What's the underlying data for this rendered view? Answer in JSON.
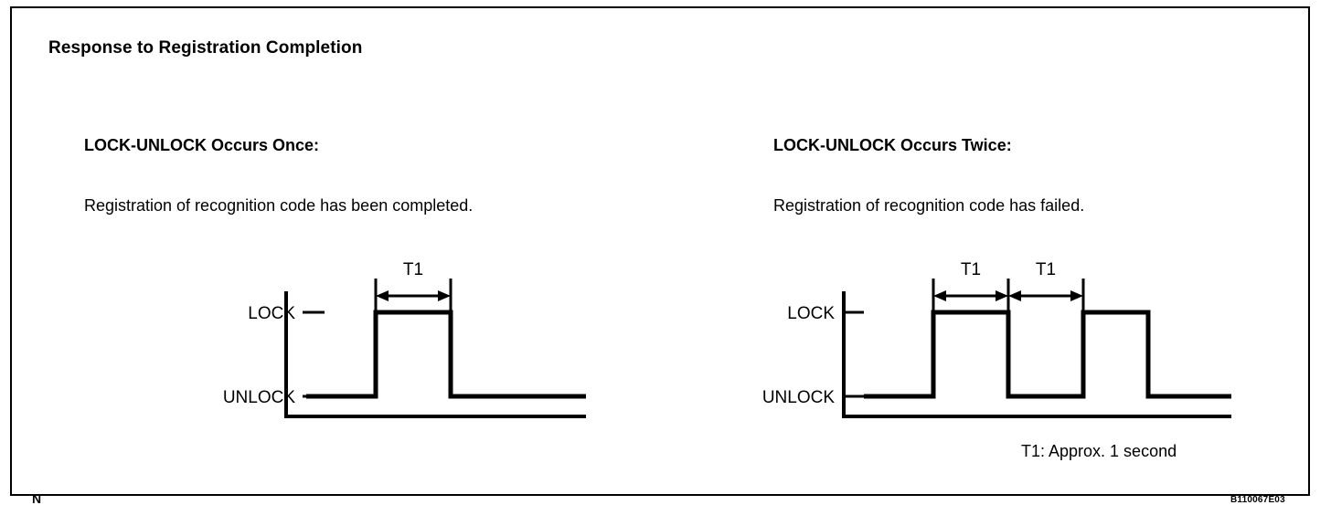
{
  "figure": {
    "title": "Response to Registration Completion",
    "corner_marker": "N",
    "figure_code": "B110067E03",
    "border_color": "#000000",
    "background_color": "#ffffff",
    "line_color": "#000000"
  },
  "panels": [
    {
      "heading": "LOCK-UNLOCK Occurs Once:",
      "description": "Registration of recognition code has been completed.",
      "axis_labels": {
        "high": "LOCK",
        "low": "UNLOCK"
      },
      "timing_labels": [
        "T1"
      ]
    },
    {
      "heading": "LOCK-UNLOCK Occurs Twice:",
      "description": "Registration of recognition code has failed.",
      "axis_labels": {
        "high": "LOCK",
        "low": "UNLOCK"
      },
      "timing_labels": [
        "T1",
        "T1"
      ]
    }
  ],
  "note": "T1: Approx. 1 second",
  "chart_data": {
    "type": "line",
    "title": "Response to Registration Completion",
    "xlabel": "",
    "ylabel": "",
    "series": [
      {
        "name": "LOCK-UNLOCK Occurs Once",
        "states": [
          "UNLOCK",
          "LOCK",
          "UNLOCK"
        ],
        "transitions_x": [
          0,
          1,
          2,
          3.8
        ],
        "pulse_count": 1
      },
      {
        "name": "LOCK-UNLOCK Occurs Twice",
        "states": [
          "UNLOCK",
          "LOCK",
          "UNLOCK",
          "LOCK",
          "UNLOCK"
        ],
        "transitions_x": [
          0,
          1,
          2,
          3,
          4,
          5
        ],
        "pulse_count": 2
      }
    ],
    "levels": [
      "UNLOCK",
      "LOCK"
    ],
    "annotations": [
      "T1",
      "T1: Approx. 1 second"
    ]
  }
}
